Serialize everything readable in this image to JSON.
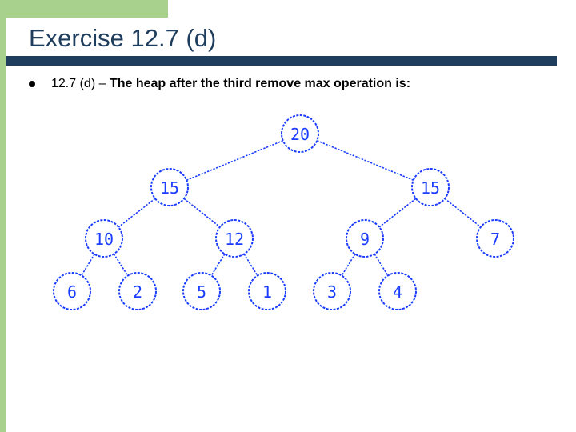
{
  "title": "Exercise 12.7 (d)",
  "bullet": {
    "prefix": "12.7 (d) – ",
    "text": "The heap after the third remove max operation is:"
  },
  "heap": {
    "values": [
      20,
      15,
      15,
      10,
      12,
      9,
      7,
      6,
      2,
      5,
      1,
      3,
      4
    ],
    "colors": {
      "node": "#1a3dff",
      "edge": "#1a3dff"
    }
  }
}
